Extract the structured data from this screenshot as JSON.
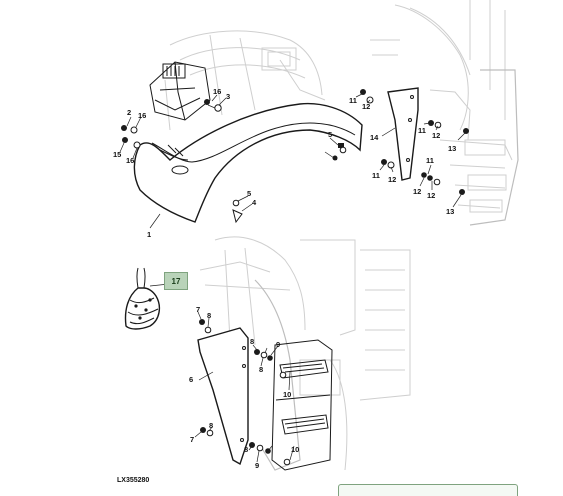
{
  "drawing": {
    "id": "LX355280"
  },
  "callouts": {
    "c1": "1",
    "c2": "2",
    "c3": "3",
    "c4": "4",
    "c5a": "5",
    "c5b": "5",
    "c6": "6",
    "c7a": "7",
    "c7b": "7",
    "c8a": "8",
    "c8b": "8",
    "c9a": "9",
    "c9b": "9",
    "c10a": "10",
    "c10b": "10",
    "c11a": "11",
    "c11b": "11",
    "c11c": "11",
    "c11d": "11",
    "c12a": "12",
    "c12b": "12",
    "c12c": "12",
    "c12d": "12",
    "c13a": "13",
    "c13b": "13",
    "c14": "14",
    "c15": "15",
    "c16a": "16",
    "c16b": "16",
    "c16c": "16",
    "c17": "17"
  },
  "colors": {
    "highlight_fill": "#b9d3b9",
    "highlight_border": "#7fa37f",
    "line": "#1a1a1a",
    "ghost": "#cfcfcf"
  }
}
